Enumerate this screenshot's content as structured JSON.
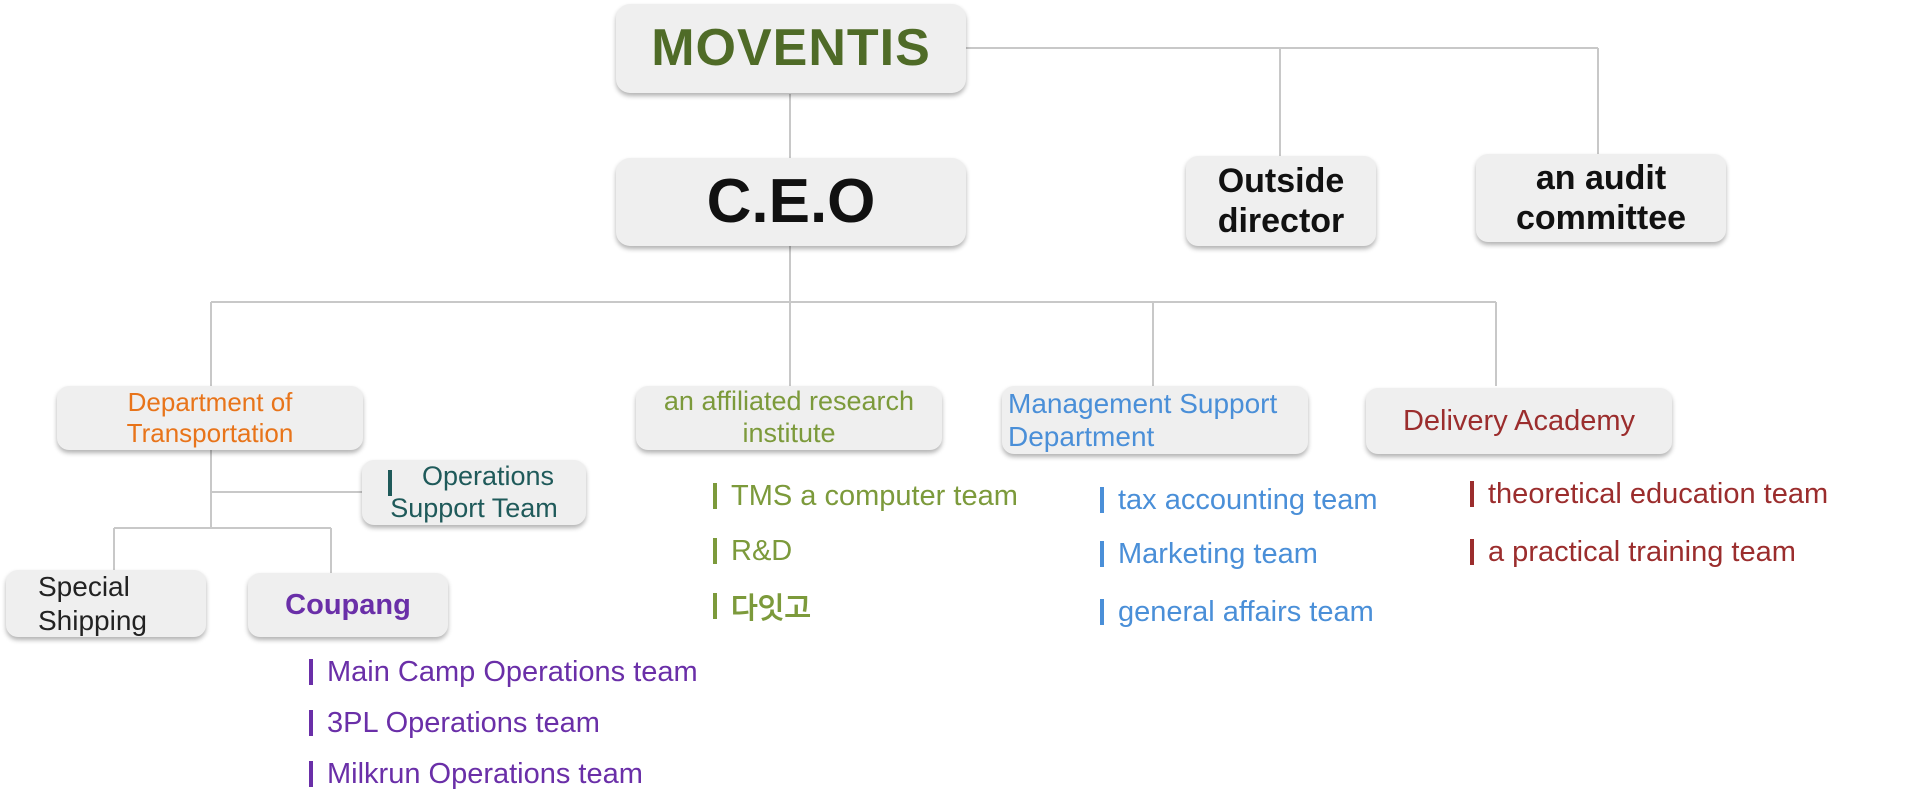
{
  "colors": {
    "moventis": "#4f6b27",
    "black": "#111111",
    "transport": "#e8741a",
    "research": "#7c9a3b",
    "management": "#4a8fd8",
    "academy": "#9b2d2d",
    "ops_support": "#1f5a5a",
    "coupang": "#6a2fa8",
    "special": "#222222",
    "connector": "#c8c8c8"
  },
  "nodes": {
    "moventis": "MOVENTIS",
    "ceo": "C.E.O",
    "outside_director": "Outside director",
    "audit_committee": "an audit committee",
    "transportation": "Department of Transportation",
    "research": "an affiliated research institute",
    "management": "Management Support Department",
    "academy": "Delivery Academy",
    "ops_support": "Operations Support Team",
    "special_shipping": "Special Shipping",
    "coupang": "Coupang"
  },
  "teams": {
    "research": [
      "TMS a computer team",
      "R&D",
      "다잇고"
    ],
    "management": [
      "tax accounting team",
      "Marketing team",
      "general affairs team"
    ],
    "academy": [
      "theoretical education team",
      "a practical training team"
    ],
    "coupang": [
      "Main Camp Operations team",
      "3PL Operations team",
      "Milkrun Operations team"
    ]
  }
}
